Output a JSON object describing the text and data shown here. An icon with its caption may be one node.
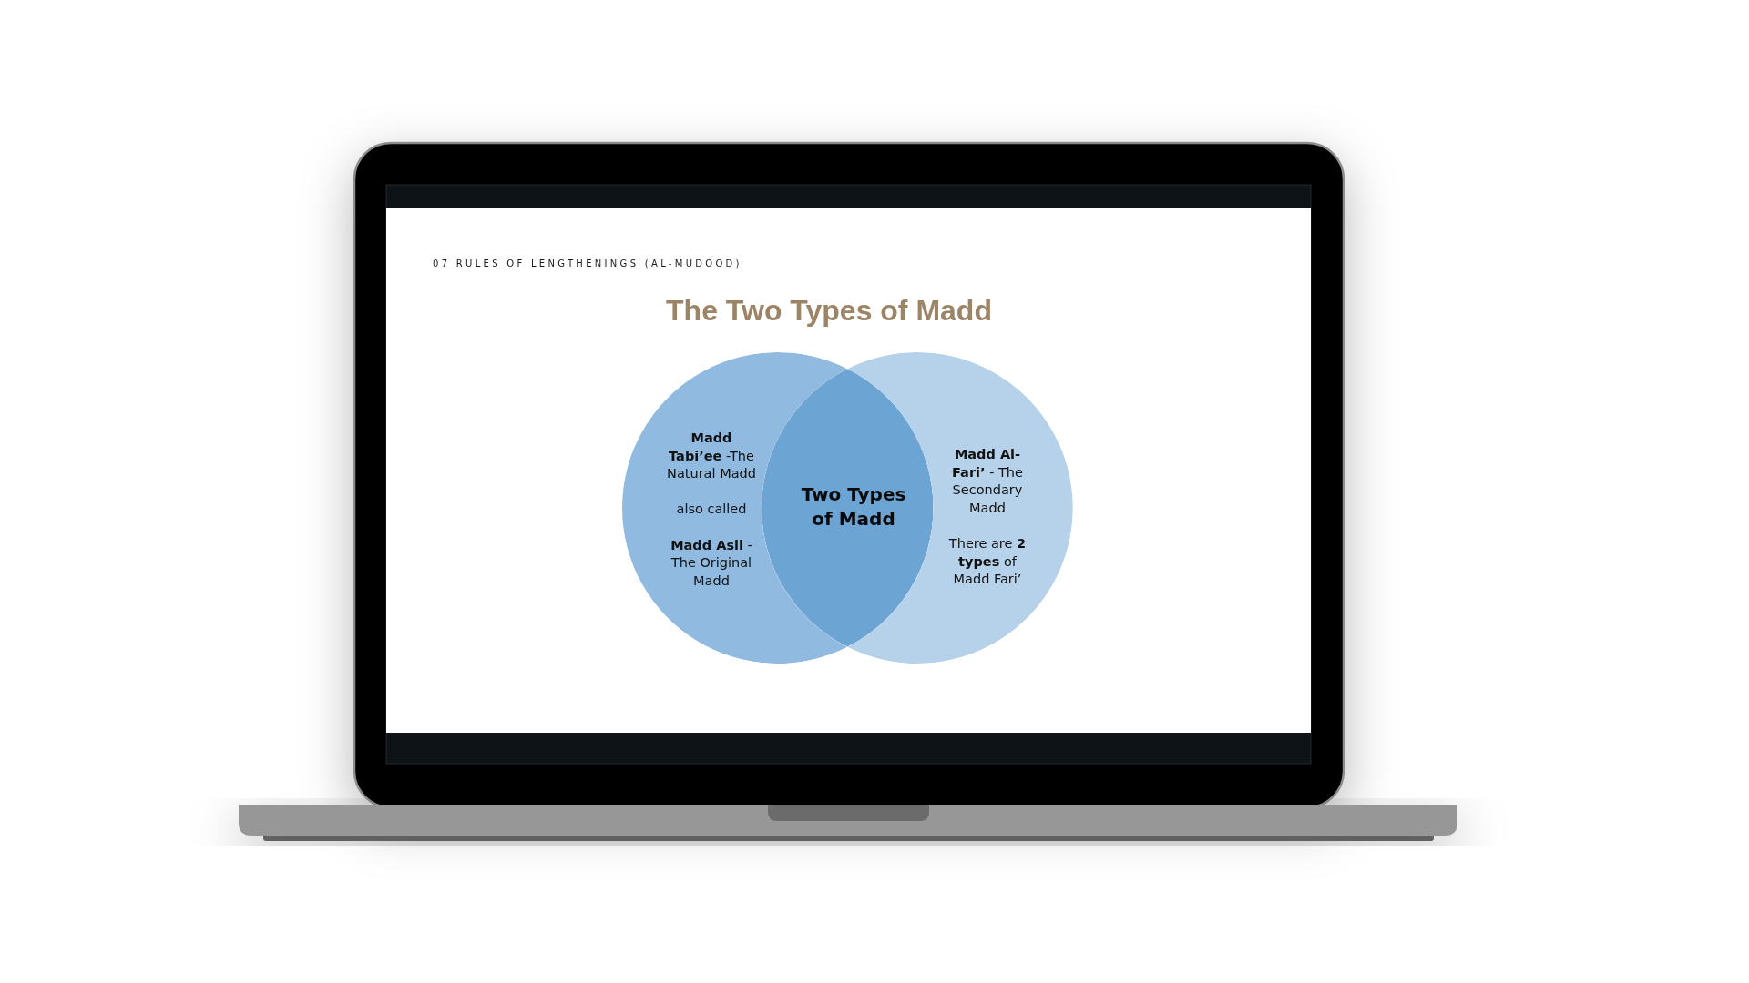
{
  "diagram": {
    "title": "The Two Types of Madd",
    "nodes": [
      {
        "text": [
          "**Madd Tabi’ee** -The Natural Madd",
          "also called",
          "**Madd Asli** - The Original Madd"
        ]
      },
      {
        "text": [
          "**Madd Al-Fari’** - The Secondary Madd",
          "There are **2 types** of Madd Fari’"
        ]
      },
      {
        "text": [
          "Two Types of Madd"
        ]
      }
    ],
    "labels": [
      "07 RULES OF LENGTHENINGS (AL-MUDOOD)"
    ]
  }
}
